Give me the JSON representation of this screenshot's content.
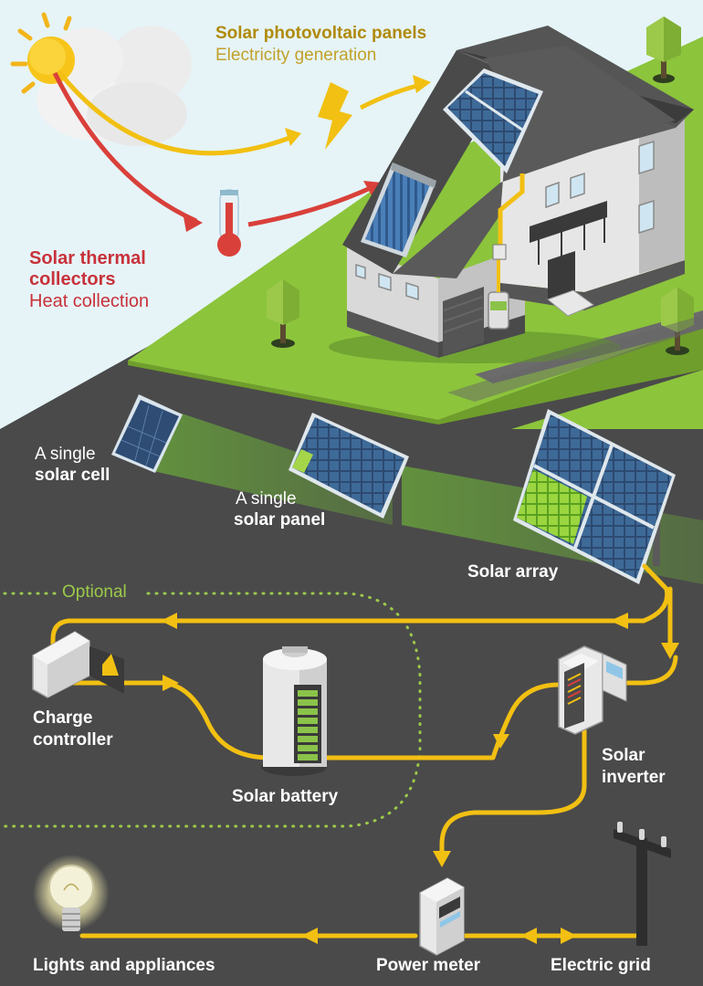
{
  "labels": {
    "pv_title": "Solar photovoltaic panels",
    "pv_subtitle": "Electricity generation",
    "thermal_title_line1": "Solar thermal",
    "thermal_title_line2": "collectors",
    "thermal_subtitle": "Heat collection",
    "cell_prefix": "A single",
    "cell_name": "solar cell",
    "panel_prefix": "A single",
    "panel_name": "solar panel",
    "array": "Solar array",
    "optional": "Optional",
    "charge_line1": "Charge",
    "charge_line2": "controller",
    "battery": "Solar battery",
    "inverter_line1": "Solar",
    "inverter_line2": "inverter",
    "lights": "Lights and appliances",
    "meter": "Power meter",
    "grid": "Electric grid"
  },
  "colors": {
    "sky": "#e6f4f8",
    "grass": "#8cc43c",
    "ground": "#4a4a4a",
    "flow": "#f2c012",
    "heat": "#d9403a",
    "pv_text": "#b08a0a",
    "thermal_text": "#c8323a",
    "optional": "#9cc94a"
  },
  "icons": [
    "sun-icon",
    "cloud-icon",
    "lightning-icon",
    "thermometer-icon",
    "house-icon",
    "tree-icon",
    "bulb-icon",
    "pole-icon"
  ]
}
